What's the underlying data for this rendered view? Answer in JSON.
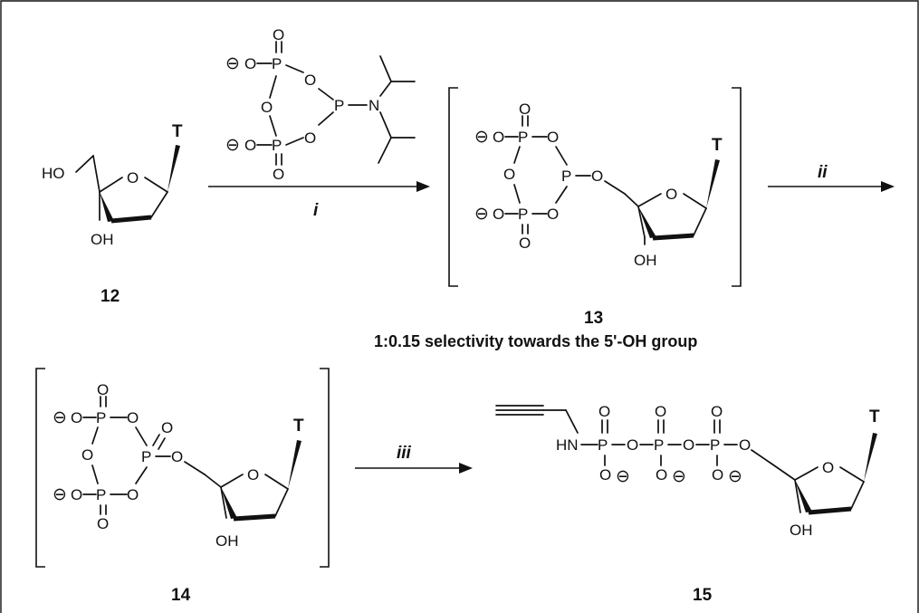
{
  "compounds": {
    "c12": {
      "label": "12",
      "base": "T",
      "ho": "HO",
      "oh": "OH",
      "ring_o": "O"
    },
    "c13": {
      "label": "13",
      "base": "T",
      "oh": "OH",
      "ring_o": "O"
    },
    "c14": {
      "label": "14",
      "base": "T",
      "oh": "OH",
      "ring_o": "O"
    },
    "c15": {
      "label": "15",
      "base": "T",
      "oh": "OH",
      "ring_o": "O",
      "hn": "HN"
    }
  },
  "reagent": {
    "n": "N",
    "neg": "⊖"
  },
  "conditions": {
    "i": "i",
    "ii": "ii",
    "iii": "iii"
  },
  "subtitle": "1:0.15 selectivity towards the 5'-OH group",
  "atoms": {
    "P": "P",
    "O": "O"
  }
}
